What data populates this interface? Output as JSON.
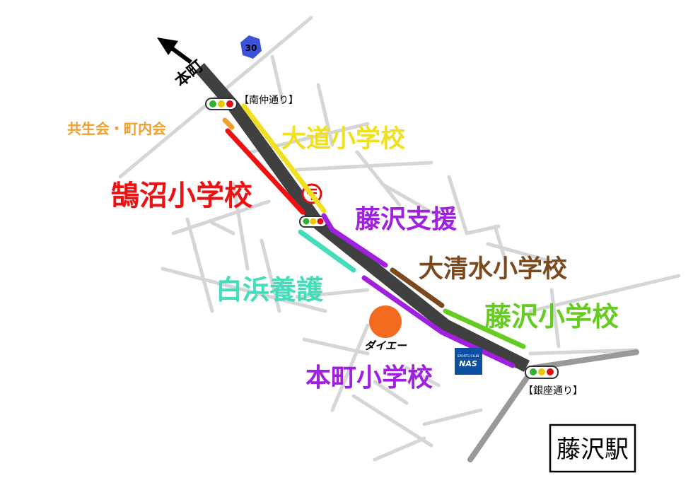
{
  "map": {
    "direction_label": "本町",
    "route_number": "30",
    "intersections": {
      "north": "【南仲通り】",
      "south": "【銀座通り】"
    },
    "station": "藤沢駅",
    "landmarks": {
      "daiei": "ダイエー",
      "nas_top": "SPORTS CLUB",
      "nas_main": "NAS"
    },
    "zones": [
      {
        "label": "共生会・町内会",
        "color": "#f0a030"
      },
      {
        "label": "大道小学校",
        "color": "#f0e020"
      },
      {
        "label": "鵠沼小学校",
        "color": "#ee1111"
      },
      {
        "label": "藤沢支援",
        "color": "#a020e0"
      },
      {
        "label": "大清水小学校",
        "color": "#7a4a1e"
      },
      {
        "label": "白浜養護",
        "color": "#44ddbb"
      },
      {
        "label": "藤沢小学校",
        "color": "#66cc22"
      },
      {
        "label": "本町小学校",
        "color": "#a020e0"
      }
    ]
  }
}
